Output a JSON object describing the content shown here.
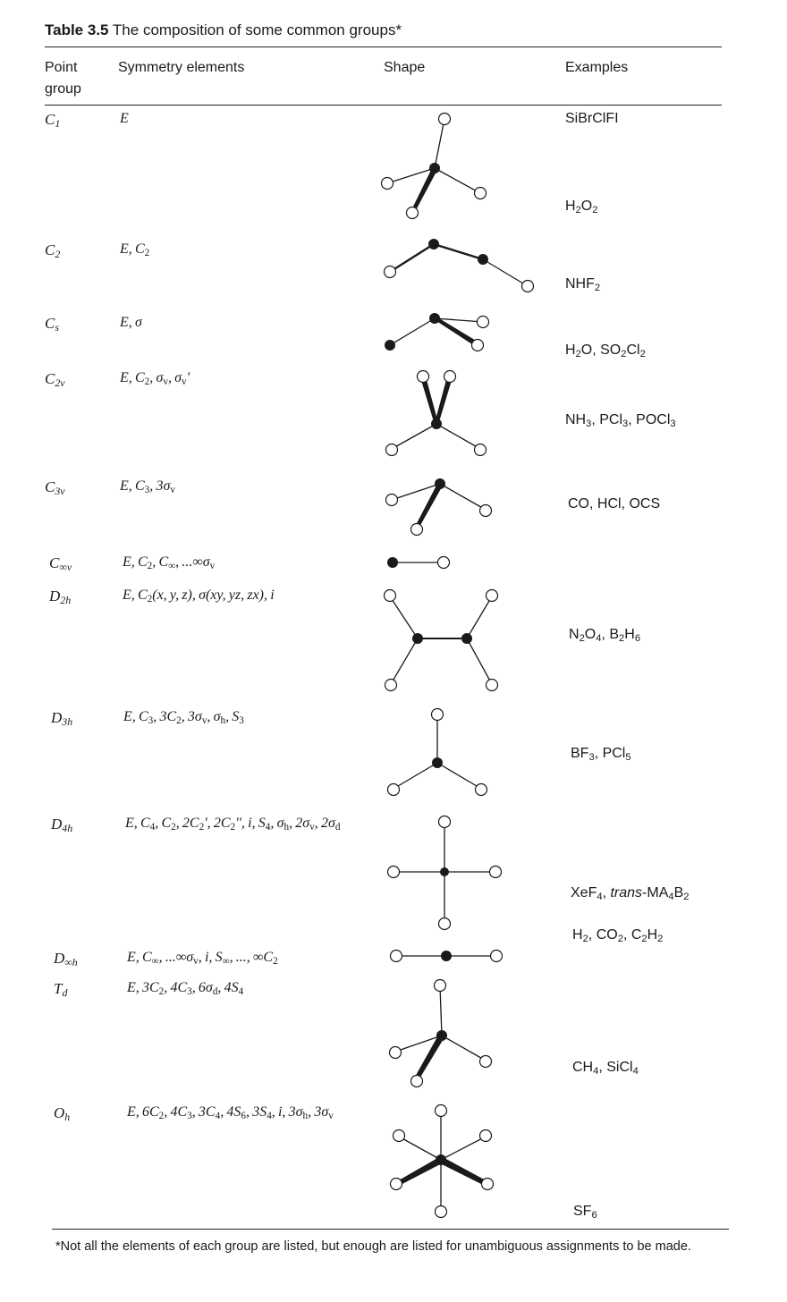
{
  "table": {
    "title_label": "Table 3.5",
    "title_text": "The composition of some common groups*",
    "headers": {
      "point_group_line1": "Point",
      "point_group_line2": "group",
      "symmetry_elements": "Symmetry elements",
      "shape": "Shape",
      "examples": "Examples"
    },
    "rows": [
      {
        "group": "C1",
        "elements": "E",
        "example": "SiBrClFI"
      },
      {
        "group": "C2",
        "elements": "E,C2",
        "example": "H2O2"
      },
      {
        "group": "Cs",
        "elements": "E,σ",
        "example": "NHF2"
      },
      {
        "group": "C2v",
        "elements": "E,C2,σv,σv'",
        "example": "H2O, SO2Cl2"
      },
      {
        "group": "C3v",
        "elements": "E,C3,3σv",
        "example": "NH3, PCl3, POCl3"
      },
      {
        "group": "C∞v",
        "elements": "E,C2,C∞,...∞σv",
        "example": "CO, HCl, OCS"
      },
      {
        "group": "D2h",
        "elements": "E,C2(x,y,z),σ(xy,yz,zx),i",
        "example": "N2O4, B2H6"
      },
      {
        "group": "D3h",
        "elements": "E,C3,3C2,3σv,σh,S3",
        "example": "BF3, PCl5"
      },
      {
        "group": "D4h",
        "elements": "E,C4,C2,2C2',2C2'',i,S4,σh,2σv,2σd",
        "example": "XeF4, trans-MA4B2"
      },
      {
        "group": "D∞h",
        "elements": "E,C∞,...∞σv,i,S∞,...,∞C2",
        "example": "H2, CO2, C2H2"
      },
      {
        "group": "Td",
        "elements": "E,3C2,4C3,6σd,4S4",
        "example": "CH4, SiCl4"
      },
      {
        "group": "Oh",
        "elements": "E,6C2,4C3,3C4,4S6,3S4,i,3σh,3σv",
        "example": "SF6"
      }
    ],
    "footnote": "*Not all the elements of each group are listed, but enough are listed for unambiguous assignments to be made."
  }
}
